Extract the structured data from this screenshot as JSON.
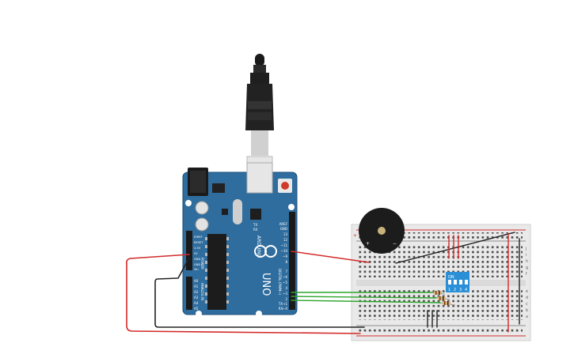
{
  "circuit": {
    "board": {
      "brand_text": "ARDUINO",
      "model_text": "UNO",
      "reset_label": "RESET",
      "tx_label": "TX",
      "rx_label": "RX",
      "power_header_labels": [
        "IOREF",
        "RESET",
        "3.3V",
        "5V",
        "GND",
        "GND",
        "Vin"
      ],
      "power_label": "POWER",
      "analog_header_labels": [
        "A0",
        "A1",
        "A2",
        "A3",
        "A4",
        "A5"
      ],
      "analog_label": "ANALOG IN",
      "digital_header_labels": [
        "AREF",
        "GND",
        "13",
        "12",
        "~11",
        "~10",
        "~9",
        "8",
        "7",
        "~6",
        "~5",
        "4",
        "~3",
        "2",
        "TX→1",
        "RX←0"
      ],
      "digital_label": "DIGITAL (PWM~)"
    },
    "dip_switch": {
      "label": "ON",
      "numbers": [
        "1",
        "2",
        "3",
        "4"
      ]
    },
    "buzzer": {
      "plus_label": "+",
      "minus_label": "−"
    },
    "breadboard": {
      "rail_plus": "+",
      "rail_minus": "−",
      "row_letters_top": [
        "j",
        "i",
        "h",
        "g",
        "f"
      ],
      "row_letters_bottom": [
        "e",
        "d",
        "c",
        "b",
        "a"
      ]
    },
    "colors": {
      "board": "#2f6d9e",
      "board_dark": "#1e4f78",
      "red_wire": "#d42a2a",
      "black_wire": "#222222",
      "green_wire": "#2aa62a",
      "breadboard": "#e9e9e9",
      "dip": "#2a8fd6"
    }
  }
}
